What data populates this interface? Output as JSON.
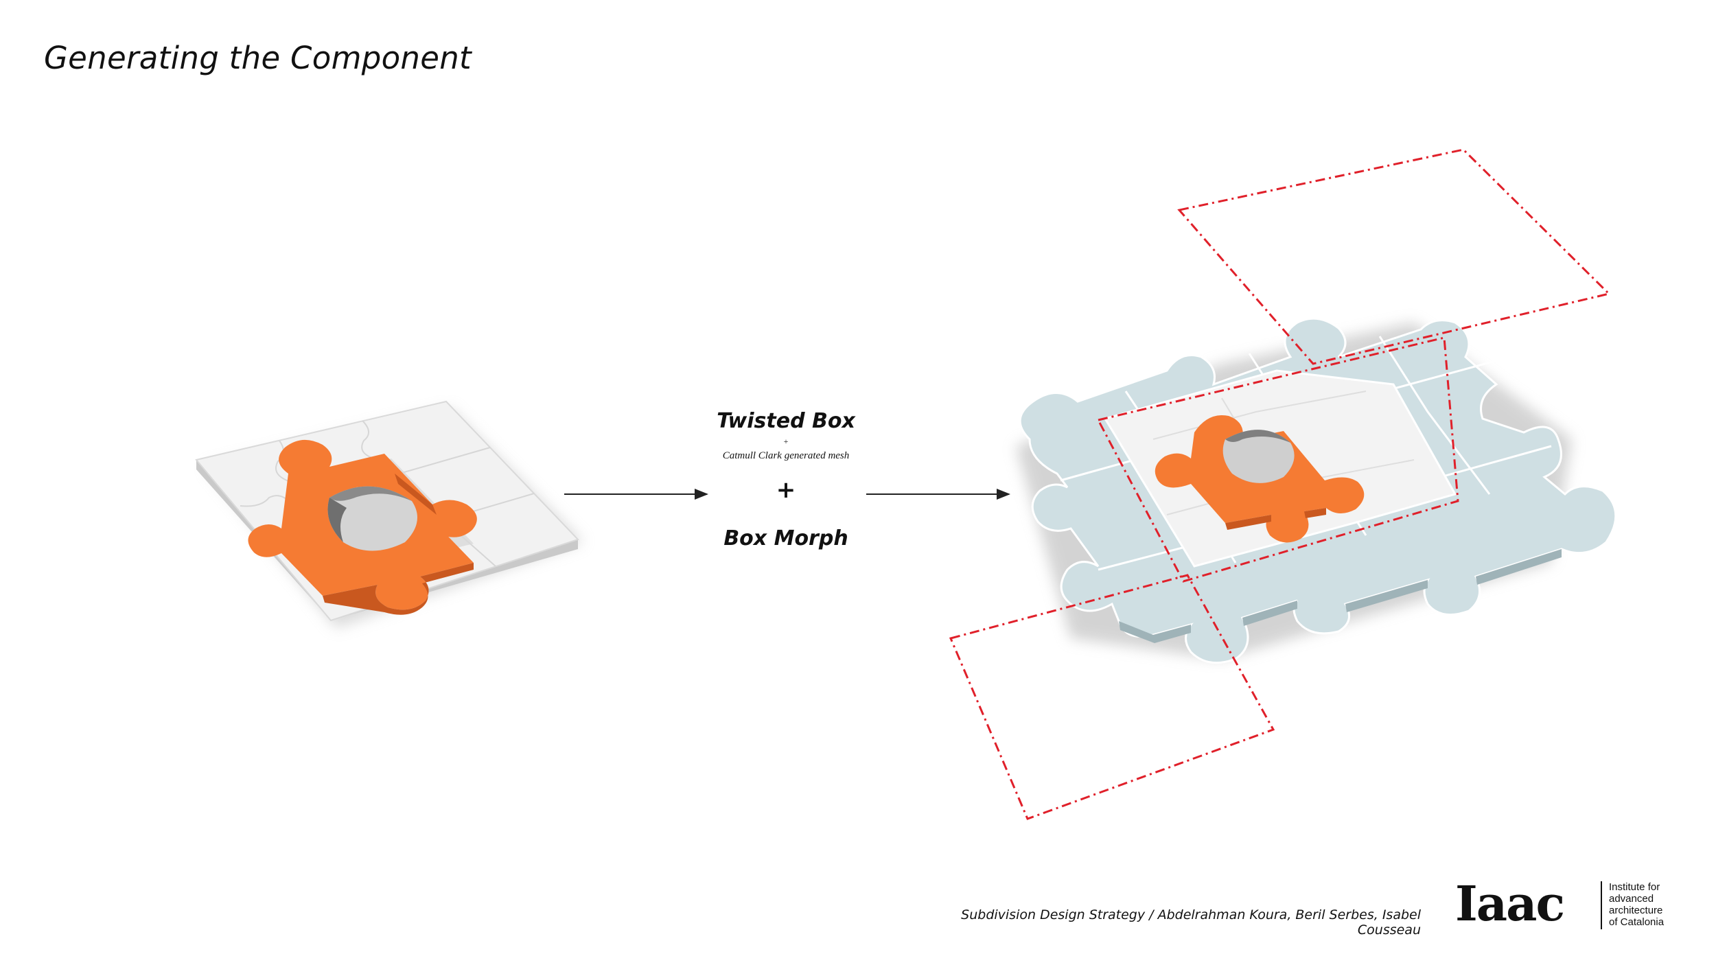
{
  "page": {
    "title": "Generating the Component"
  },
  "process": {
    "step_title": "Twisted Box",
    "small_plus": "+",
    "step_subtitle": "Catmull Clark generated mesh",
    "big_plus": "+",
    "step_title_2": "Box Morph"
  },
  "footer": {
    "credits": "Subdivision Design Strategy  / Abdelrahman Koura, Beril Serbes, Isabel Cousseau",
    "logo_mark": "Iaac",
    "logo_text": [
      "Institute for",
      "advanced",
      "architecture",
      "of Catalonia"
    ]
  },
  "colors": {
    "orange": "#f57b33",
    "tile_white": "#f3f3f3",
    "tile_blue": "#cfdfe3",
    "guide_red": "#e0202a"
  }
}
